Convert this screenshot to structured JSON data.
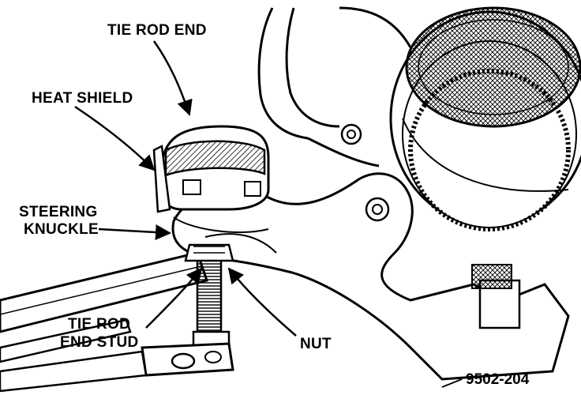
{
  "labels": {
    "tie_rod_end": "TIE ROD END",
    "heat_shield": "HEAT SHIELD",
    "steering_knuckle_line1": "STEERING",
    "steering_knuckle_line2": "KNUCKLE",
    "tie_rod_end_stud_line1": "TIE ROD",
    "tie_rod_end_stud_line2": "END STUD",
    "nut": "NUT"
  },
  "figure_number": "9502-204",
  "colors": {
    "ink": "#000000",
    "paper": "#ffffff"
  }
}
